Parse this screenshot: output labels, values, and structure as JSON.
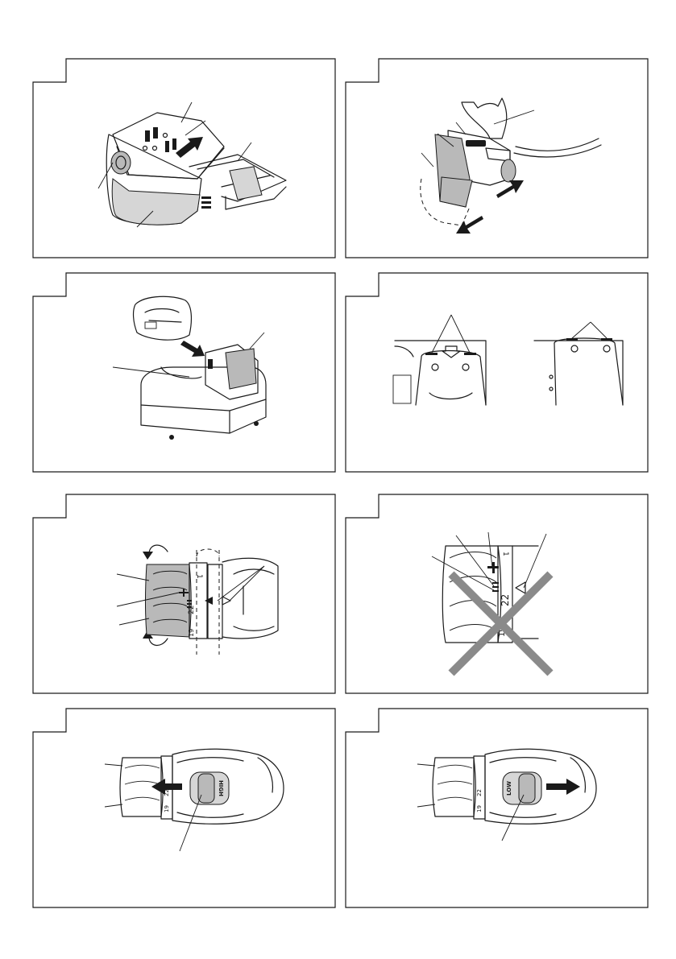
{
  "panels": [
    {
      "id": "fig-1",
      "subject": "battery pack"
    },
    {
      "id": "fig-2",
      "subject": "removing battery from drill"
    },
    {
      "id": "fig-3",
      "subject": "inserting battery into charger"
    },
    {
      "id": "fig-4",
      "subject": "battery alignment marks"
    },
    {
      "id": "fig-5",
      "subject": "clutch dial rotation"
    },
    {
      "id": "fig-6",
      "subject": "incorrect clutch setting"
    },
    {
      "id": "fig-7",
      "subject": "speed switch HIGH"
    },
    {
      "id": "fig-8",
      "subject": "speed switch LOW"
    }
  ],
  "dial": {
    "mark_1": "1",
    "mark_19": "19",
    "mark_22": "22",
    "mark_22_short": "22",
    "mark_19_short": "19"
  },
  "switch": {
    "high_label": "HIGH",
    "low_label": "LOW"
  },
  "colors": {
    "line": "#1a1a1a",
    "shade": "#b9b9b9",
    "cross": "#8a8a8a"
  }
}
